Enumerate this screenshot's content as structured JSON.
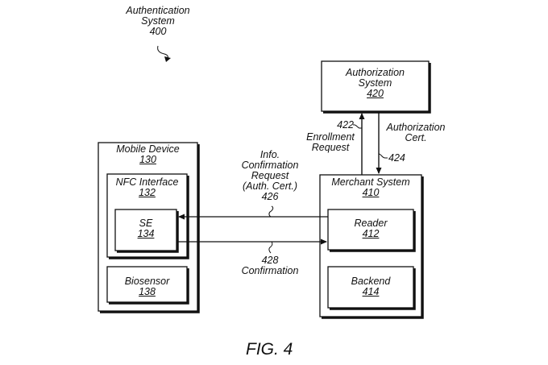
{
  "figure": {
    "caption": "FIG. 4",
    "system_label": {
      "name_line1": "Authentication",
      "name_line2": "System",
      "number": "400"
    }
  },
  "blocks": {
    "authorization_system": {
      "line1": "Authorization",
      "line2": "System",
      "number": "420"
    },
    "mobile_device": {
      "name": "Mobile Device",
      "number": "130"
    },
    "nfc_interface": {
      "name": "NFC Interface",
      "number": "132"
    },
    "se": {
      "name": "SE",
      "number": "134"
    },
    "biosensor": {
      "name": "Biosensor",
      "number": "138"
    },
    "merchant_system": {
      "name": "Merchant System",
      "number": "410"
    },
    "reader": {
      "name": "Reader",
      "number": "412"
    },
    "backend": {
      "name": "Backend",
      "number": "414"
    }
  },
  "arrows": {
    "enrollment_request": {
      "number": "422",
      "line1": "Enrollment",
      "line2": "Request",
      "direction": "Merchant System -> Authorization System"
    },
    "authorization_cert": {
      "number": "424",
      "line1": "Authorization",
      "line2": "Cert.",
      "direction": "Authorization System -> Merchant System"
    },
    "info_confirmation_request": {
      "number": "426",
      "line1": "Info.",
      "line2": "Confirmation",
      "line3": "Request",
      "line4": "(Auth. Cert.)",
      "direction": "Reader -> SE"
    },
    "confirmation": {
      "number": "428",
      "line1": "Confirmation",
      "direction": "SE -> Reader"
    }
  }
}
